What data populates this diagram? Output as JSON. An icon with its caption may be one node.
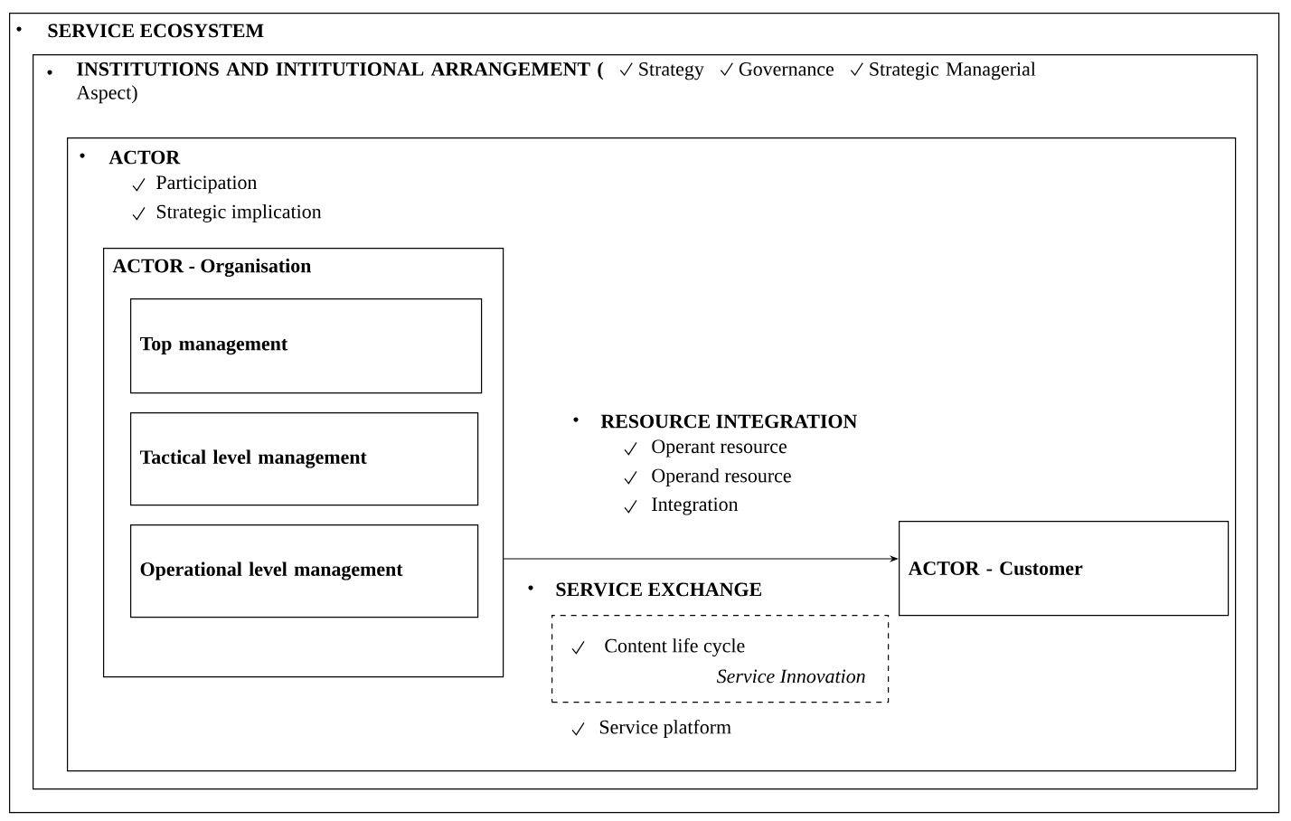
{
  "diagram": {
    "nodes": [
      {
        "text": [
          "SERVICE ECOSYSTEM"
        ]
      },
      {
        "text": [
          "INSTITUTIONS AND INTITUTIONAL ARRANGEMENT (",
          "Strategy",
          "Governance",
          "Strategic Managerial Aspect)"
        ],
        "in": 0
      },
      {
        "text": [
          "ACTOR",
          "Participation",
          "Strategic implication"
        ],
        "in": 1
      },
      {
        "text": [
          "ACTOR - Organisation"
        ],
        "in": 2
      },
      {
        "text": [
          "Top management"
        ],
        "in": 3
      },
      {
        "text": [
          "Tactical level management"
        ],
        "in": 3
      },
      {
        "text": [
          "Operational level management"
        ],
        "in": 3
      },
      {
        "text": [
          "ACTOR - Customer"
        ],
        "in": 2
      },
      {
        "text": [
          "Content life cycle",
          "Service Innovation"
        ],
        "in": 2
      }
    ],
    "edges": [
      {
        "from": 3,
        "to": 7,
        "arrow": "to"
      }
    ],
    "labels": [
      "RESOURCE INTEGRATION",
      "Operant resource",
      "Operand resource",
      "Integration",
      "SERVICE EXCHANGE",
      "Service platform"
    ]
  }
}
